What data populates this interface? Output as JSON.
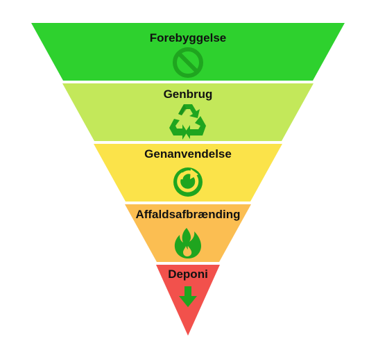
{
  "diagram": {
    "levels": [
      {
        "label": "Forebyggelse",
        "color": "#2ed12e",
        "icon": "no-entry-icon"
      },
      {
        "label": "Genbrug",
        "color": "#c3e85a",
        "icon": "recycle-icon"
      },
      {
        "label": "Genanvendelse",
        "color": "#fbe34a",
        "icon": "green-dot-icon"
      },
      {
        "label": "Affaldsafbrænding",
        "color": "#fbbe52",
        "icon": "flame-icon"
      },
      {
        "label": "Deponi",
        "color": "#f2514c",
        "icon": "arrow-down-icon"
      }
    ],
    "icon_color": "#1fa51f",
    "icon_color_dark": "#178a17"
  }
}
